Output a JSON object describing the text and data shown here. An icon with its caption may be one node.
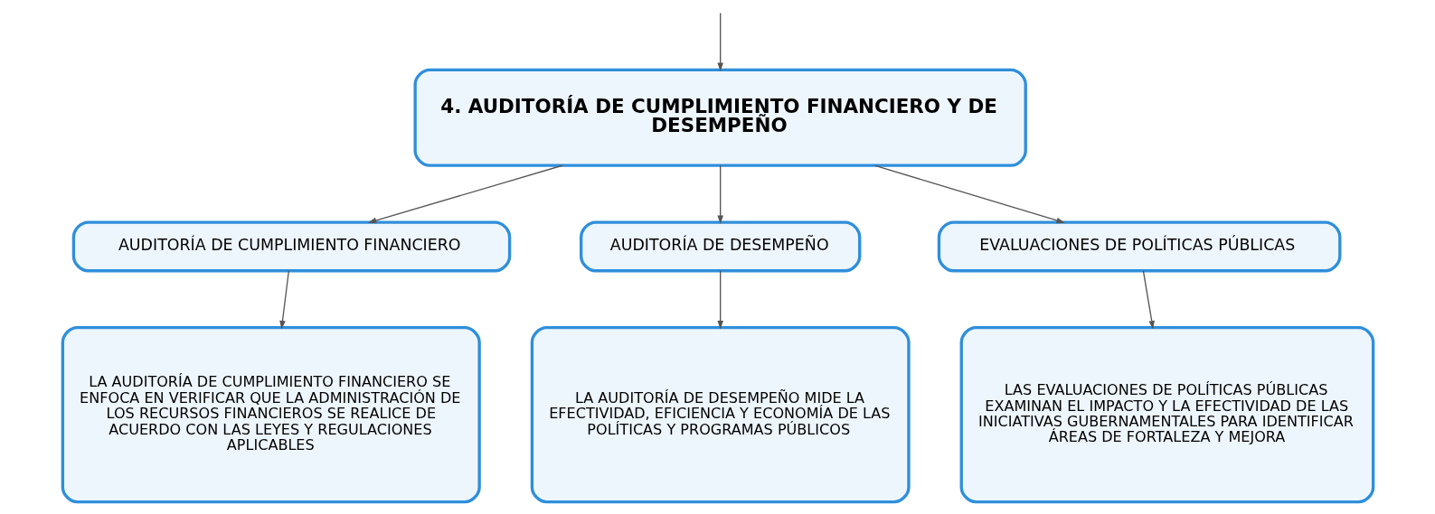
{
  "diagram": {
    "nodes": [
      {
        "text": [
          "4. AUDITORÍA DE CUMPLIMIENTO FINANCIERO Y DE DESEMPEÑO"
        ]
      },
      {
        "text": [
          "AUDITORÍA DE CUMPLIMIENTO FINANCIERO"
        ]
      },
      {
        "text": [
          "AUDITORÍA DE DESEMPEÑO"
        ]
      },
      {
        "text": [
          "EVALUACIONES DE POLÍTICAS PÚBLICAS"
        ]
      },
      {
        "text": [
          "LA AUDITORÍA DE CUMPLIMIENTO FINANCIERO SE ENFOCA EN VERIFICAR QUE LA ADMINISTRACIÓN DE LOS RECURSOS FINANCIEROS SE REALICE DE ACUERDO CON LAS LEYES Y REGULACIONES APLICABLES"
        ]
      },
      {
        "text": [
          "LA AUDITORÍA DE DESEMPEÑO MIDE LA EFECTIVIDAD, EFICIENCIA Y ECONOMÍA DE LAS POLÍTICAS Y PROGRAMAS PÚBLICOS"
        ]
      },
      {
        "text": [
          "LAS EVALUACIONES DE POLÍTICAS PÚBLICAS EXAMINAN EL IMPACTO Y LA EFECTIVIDAD DE LAS INICIATIVAS GUBERNAMENTALES PARA IDENTIFICAR ÁREAS DE FORTALEZA Y MEJORA"
        ]
      }
    ],
    "edges": [
      {
        "from": null,
        "to": 0,
        "arrow": "to"
      },
      {
        "from": 0,
        "to": 1,
        "arrow": "to"
      },
      {
        "from": 0,
        "to": 2,
        "arrow": "to"
      },
      {
        "from": 0,
        "to": 3,
        "arrow": "to"
      },
      {
        "from": 1,
        "to": 4,
        "arrow": "to"
      },
      {
        "from": 2,
        "to": 5,
        "arrow": "to"
      },
      {
        "from": 3,
        "to": 6,
        "arrow": "to"
      }
    ]
  }
}
